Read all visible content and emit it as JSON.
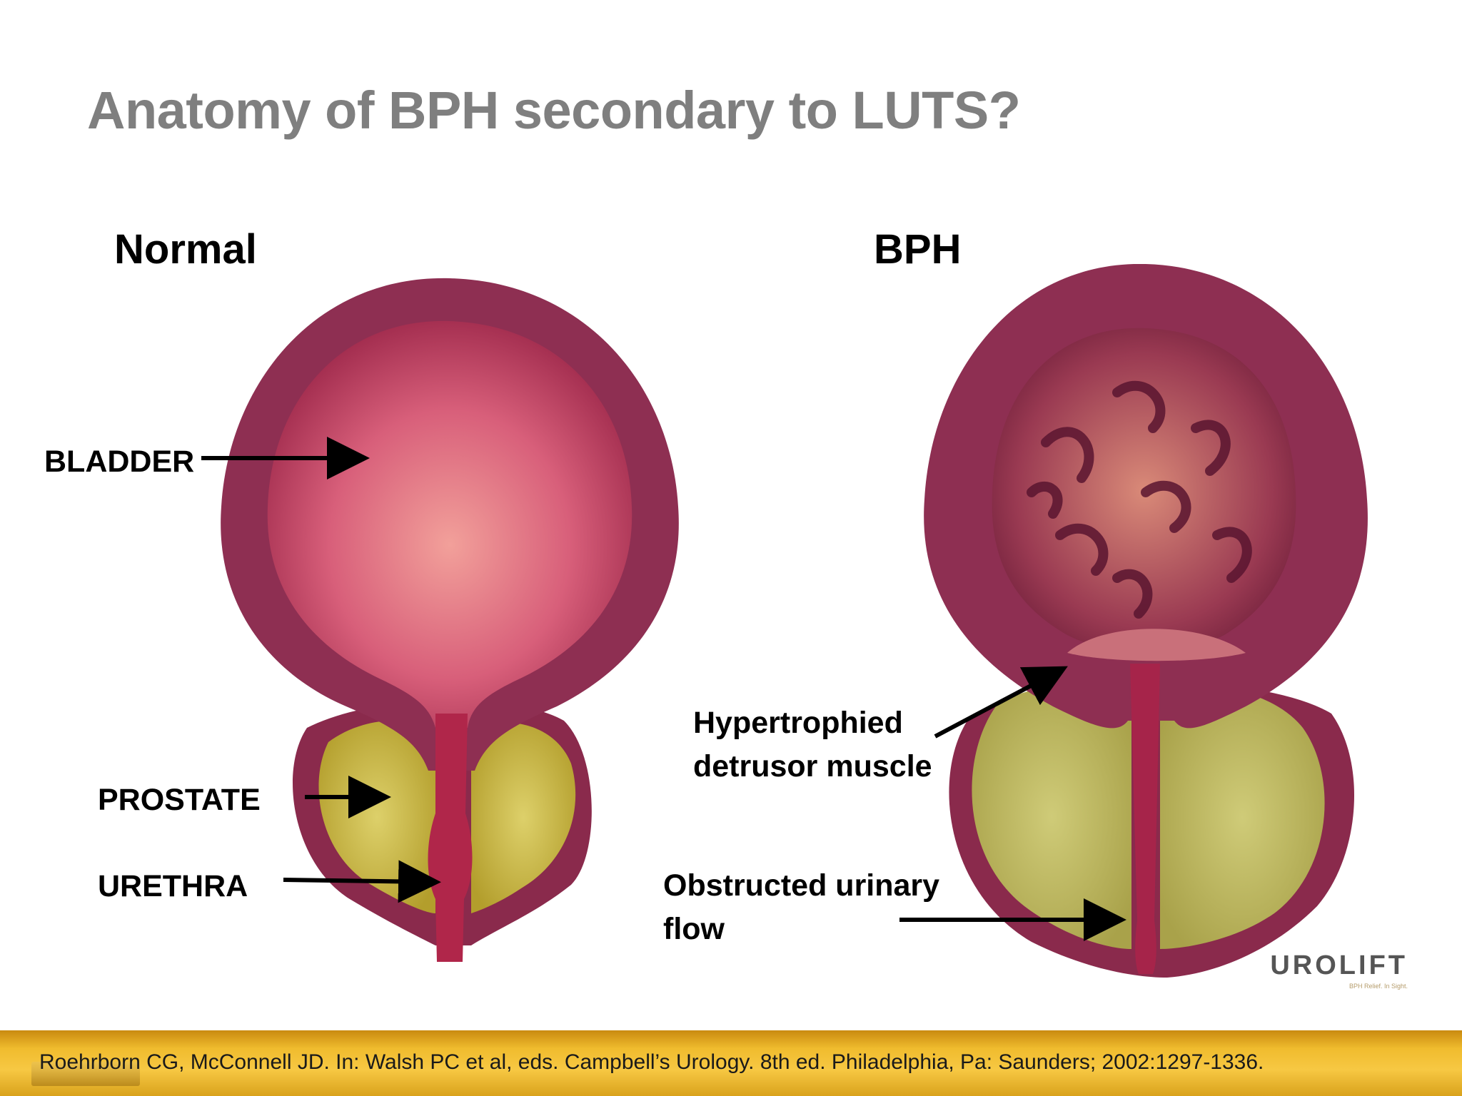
{
  "title": "Anatomy of BPH secondary to LUTS?",
  "normal": {
    "heading": "Normal",
    "labels": {
      "bladder": "BLADDER",
      "prostate": "PROSTATE",
      "urethra": "URETHRA"
    }
  },
  "bph": {
    "heading": "BPH",
    "labels": {
      "detrusor_line1": "Hypertrophied",
      "detrusor_line2": "detrusor muscle",
      "flow_line1": "Obstructed urinary",
      "flow_line2": "flow"
    }
  },
  "logo": {
    "word": "UROLIFT",
    "tagline": "BPH Relief. In Sight."
  },
  "citation": "Roehrborn CG, McConnell JD. In: Walsh PC et al, eds. Campbell’s Urology. 8th ed. Philadelphia, Pa: Saunders; 2002:1297-1336.",
  "colors": {
    "title": "#7f7f7f",
    "bladder_wall": "#8e2f52",
    "bladder_lumen": "#e07888",
    "prostate": "#c9b84a",
    "footer": "#f0bc2e"
  }
}
